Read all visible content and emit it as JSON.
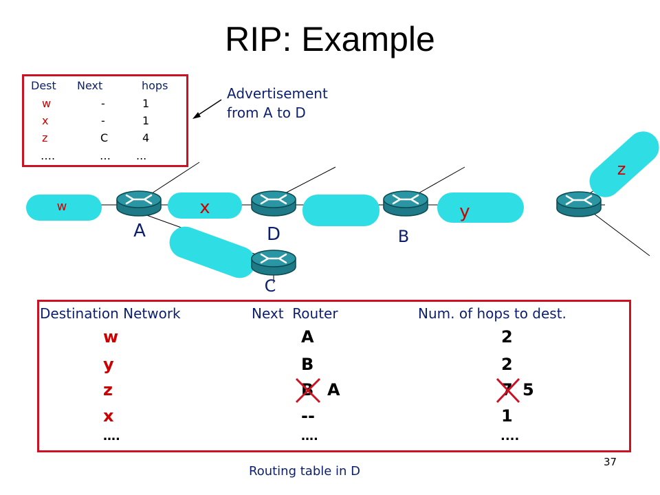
{
  "slide": {
    "title": "RIP: Example",
    "page_number": "37",
    "colors": {
      "network_cyan": "#2fdee5",
      "router_teal": "#1e7a86",
      "border_red": "#cc1122",
      "text_navy": "#0b1f6e",
      "text_red": "#cc0000"
    }
  },
  "advertisement": {
    "headers": [
      "Dest",
      "Next",
      "hops"
    ],
    "rows": [
      {
        "dest": "w",
        "next": "-",
        "hops": "1"
      },
      {
        "dest": "x",
        "next": "-",
        "hops": "1"
      },
      {
        "dest": "z",
        "next": "C",
        "hops": "4"
      },
      {
        "dest": "….",
        "next": "…",
        "hops": "..."
      }
    ],
    "caption_line1": "Advertisement",
    "caption_line2": "from A to D"
  },
  "topology": {
    "networks": [
      "w",
      "x",
      "y",
      "z"
    ],
    "routers": [
      "A",
      "D",
      "B",
      "C"
    ]
  },
  "routing_table": {
    "headers": [
      "Destination Network",
      "Next  Router",
      "Num. of hops to dest."
    ],
    "rows": [
      {
        "dest": "w",
        "next": "A",
        "hops": "2"
      },
      {
        "dest": "y",
        "next": "B",
        "hops": "2"
      },
      {
        "dest": "z",
        "next": "B",
        "next_new": "A",
        "hops": "7",
        "hops_new": "5"
      },
      {
        "dest": "x",
        "next": "--",
        "hops": "1"
      },
      {
        "dest": "….",
        "next": "….",
        "hops": "...."
      }
    ],
    "caption": "Routing table in D"
  }
}
